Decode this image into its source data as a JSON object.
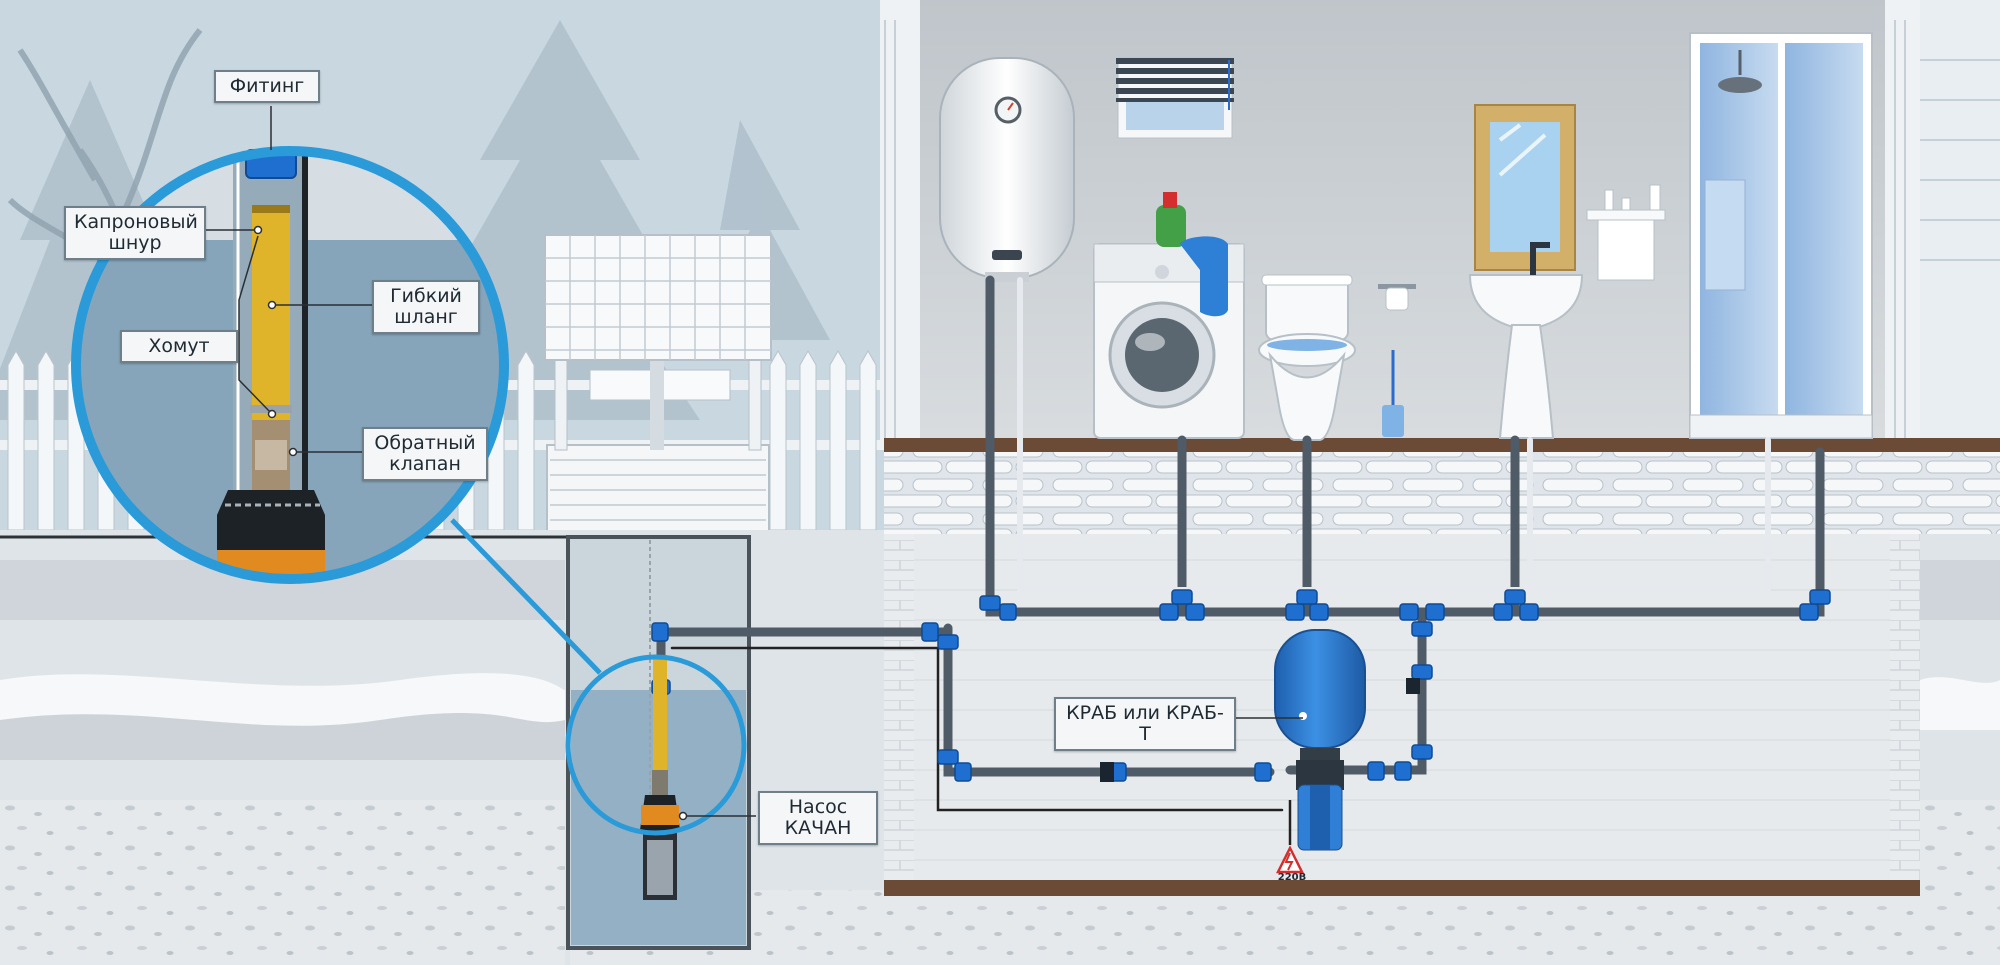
{
  "labels": {
    "fitting": "Фитинг",
    "kapron_cord": "Капроновый\nшнур",
    "clamp": "Хомут",
    "flexible_hose": "Гибкий\nшланг",
    "check_valve": "Обратный\nклапан",
    "pump": "Насос\nКАЧАН",
    "station": "КРАБ или КРАБ-Т",
    "voltage": "220В"
  },
  "colors": {
    "sky": "#c9d7e1",
    "wall": "#c7ccd1",
    "pipe": "#4f5b66",
    "fitting": "#1f6fd0",
    "tank": "#2f7fd6",
    "water": "#7fa6c0",
    "hose": "#e0b42a",
    "ground": "#e3e7ea",
    "beam": "#6b4a36",
    "callout": "#2a9ad8"
  }
}
